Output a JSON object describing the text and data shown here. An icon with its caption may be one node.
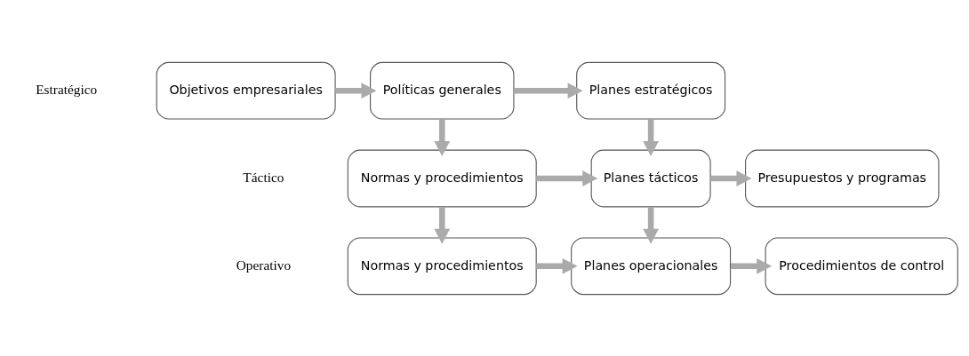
{
  "diagram": {
    "nodes": [
      {
        "text": [
          "Objetivos empresariales"
        ]
      },
      {
        "text": [
          "Políticas generales"
        ]
      },
      {
        "text": [
          "Planes estratégicos"
        ]
      },
      {
        "text": [
          "Normas y procedimientos"
        ]
      },
      {
        "text": [
          "Planes tácticos"
        ]
      },
      {
        "text": [
          "Presupuestos y programas"
        ]
      },
      {
        "text": [
          "Normas y procedimientos"
        ]
      },
      {
        "text": [
          "Planes operacionales"
        ]
      },
      {
        "text": [
          "Procedimientos de control"
        ]
      }
    ],
    "edges": [
      {
        "from": 0,
        "to": 1,
        "arrow": "to"
      },
      {
        "from": 1,
        "to": 2,
        "arrow": "to"
      },
      {
        "from": 1,
        "to": 3,
        "arrow": "to"
      },
      {
        "from": 2,
        "to": 4,
        "arrow": "to"
      },
      {
        "from": 3,
        "to": 4,
        "arrow": "to"
      },
      {
        "from": 4,
        "to": 5,
        "arrow": "to"
      },
      {
        "from": 3,
        "to": 6,
        "arrow": "to"
      },
      {
        "from": 4,
        "to": 7,
        "arrow": "to"
      },
      {
        "from": 6,
        "to": 7,
        "arrow": "to"
      },
      {
        "from": 7,
        "to": 8,
        "arrow": "to"
      }
    ],
    "labels": [
      "Estratégico",
      "Táctico",
      "Operativo"
    ]
  }
}
